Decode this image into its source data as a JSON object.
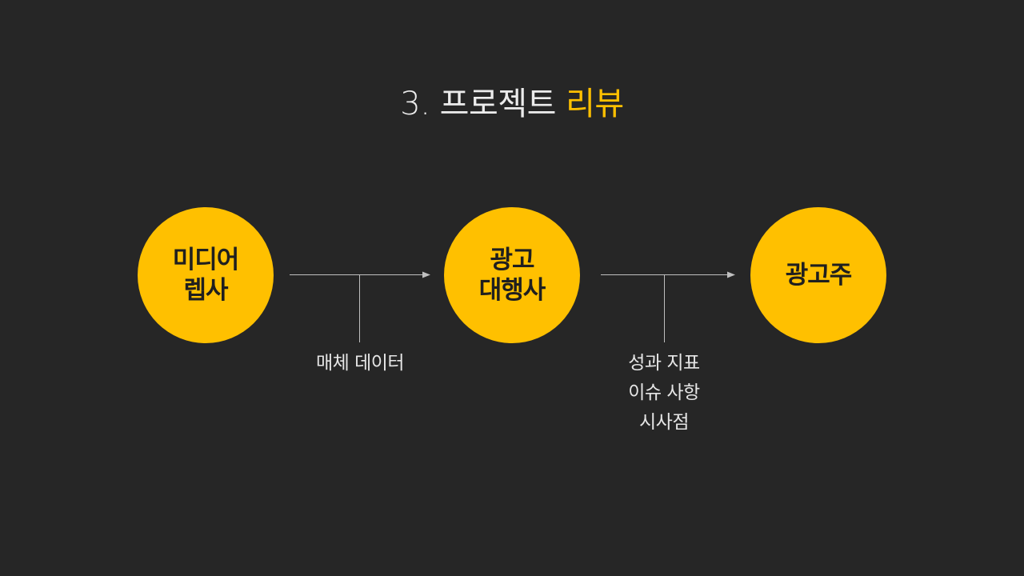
{
  "title": {
    "prefix": "3. 프로젝트 ",
    "accent": "리뷰",
    "accent_color": "#ffc000"
  },
  "nodes": [
    {
      "lines": [
        "미디어",
        "렙사"
      ]
    },
    {
      "lines": [
        "광고",
        "대행사"
      ]
    },
    {
      "lines": [
        "광고주"
      ]
    }
  ],
  "edges": [
    {
      "from": "미디어 렙사",
      "to": "광고 대행사",
      "label_lines": [
        "매체 데이터"
      ]
    },
    {
      "from": "광고 대행사",
      "to": "광고주",
      "label_lines": [
        "성과 지표",
        "이슈 사항",
        "시사점"
      ]
    }
  ],
  "colors": {
    "background": "#262626",
    "node_fill": "#ffc000",
    "node_text": "#1f1f1f",
    "line": "#bfbfbf",
    "text": "#e6e6e6"
  }
}
